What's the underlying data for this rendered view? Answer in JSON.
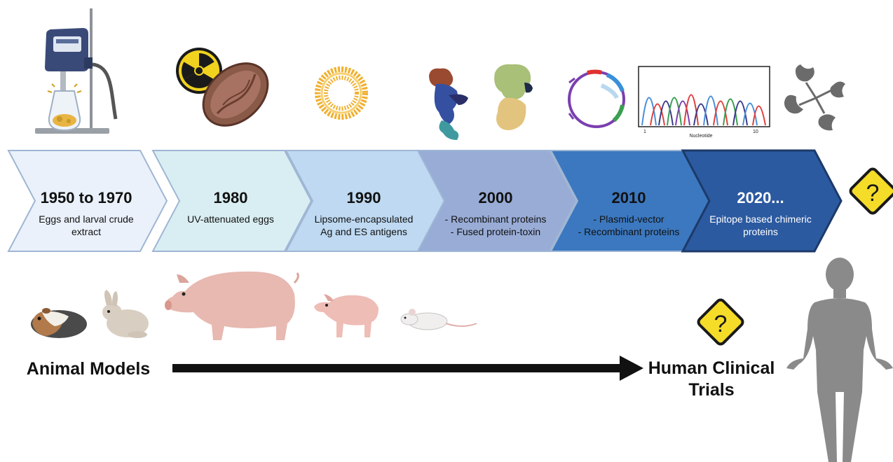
{
  "timeline": {
    "stages": [
      {
        "year": "1950 to 1970",
        "lines": [
          "Eggs and larval crude",
          "extract"
        ],
        "fill": "#eaf1fb",
        "text_color": "#111111"
      },
      {
        "year": "1980",
        "lines": [
          "UV-attenuated eggs"
        ],
        "fill": "#d9eef2",
        "text_color": "#111111"
      },
      {
        "year": "1990",
        "lines": [
          "Lipsome-encapsulated",
          "Ag and ES antigens"
        ],
        "fill": "#bed9f1",
        "text_color": "#111111"
      },
      {
        "year": "2000",
        "lines": [
          "- Recombinant proteins",
          "- Fused protein-toxin"
        ],
        "fill": "#98acd6",
        "text_color": "#111111"
      },
      {
        "year": "2010",
        "lines": [
          "- Plasmid-vector",
          "- Recombinant proteins"
        ],
        "fill": "#3b78bf",
        "text_color": "#111111"
      },
      {
        "year": "2020...",
        "lines": [
          "Epitope based chimeric",
          "proteins"
        ],
        "fill": "#2c5aa0",
        "text_color": "#ffffff"
      }
    ]
  },
  "sequencing_plot": {
    "x_tick_start": "1",
    "x_tick_end": "10",
    "x_label": "Nucleotide"
  },
  "unknown_marks": {
    "top": "?",
    "bottom": "?"
  },
  "bottom": {
    "left_label": "Animal Models",
    "right_label_line1": "Human Clinical",
    "right_label_line2": "Trials"
  },
  "colors": {
    "warning_yellow": "#f5dc28",
    "arrow_black": "#111111",
    "human_grey": "#8a8a8a"
  }
}
